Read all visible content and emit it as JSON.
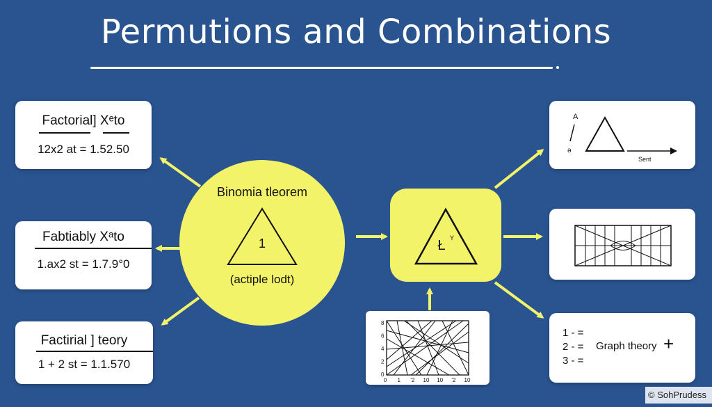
{
  "title": "Permutions and Combinations",
  "left_cards": [
    {
      "heading": "Factorial] Xᵉto",
      "formula": "12x2 at = 1.52.50"
    },
    {
      "heading": "Fabtiably Xᵃto",
      "formula": "1.ax2 st = 1.7.9°0"
    },
    {
      "heading": "Factirial ] teory",
      "formula": "1 + 2 st = 1.1.570"
    }
  ],
  "center_circle": {
    "label_top": "Binomia tleorem",
    "triangle_label": "1",
    "label_bottom": "(actiple lodt)"
  },
  "yellow_box": {
    "label": "Ł",
    "superscript": "Y"
  },
  "right_top": {
    "label_a": "A",
    "label_b": "ə",
    "axis_label": "Sent"
  },
  "graph_card": {
    "y_ticks": [
      "8",
      "6",
      "4",
      "2",
      "0"
    ],
    "x_ticks": [
      "0",
      "1",
      "'2",
      "10",
      "10",
      "'2",
      "10"
    ]
  },
  "right_bottom": {
    "items": [
      "1 - =",
      "2 - =",
      "3 - ="
    ],
    "label": "Graph theory",
    "plus": "+"
  },
  "copyright": "© SohPrudess"
}
